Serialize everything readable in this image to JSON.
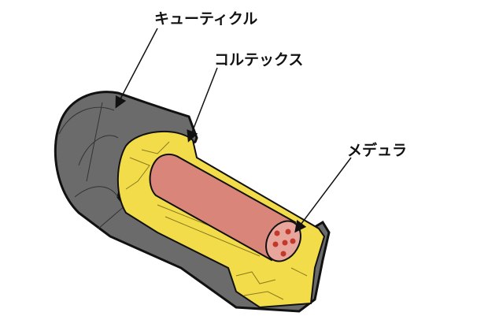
{
  "labels": {
    "cuticle": "キューティクル",
    "cortex": "コルテックス",
    "medulla": "メデュラ"
  },
  "colors": {
    "cuticle": "#6b6b6b",
    "cortex": "#f2dc4a",
    "medulla": "#d9857a",
    "medulla_dots": "#c0392b"
  }
}
